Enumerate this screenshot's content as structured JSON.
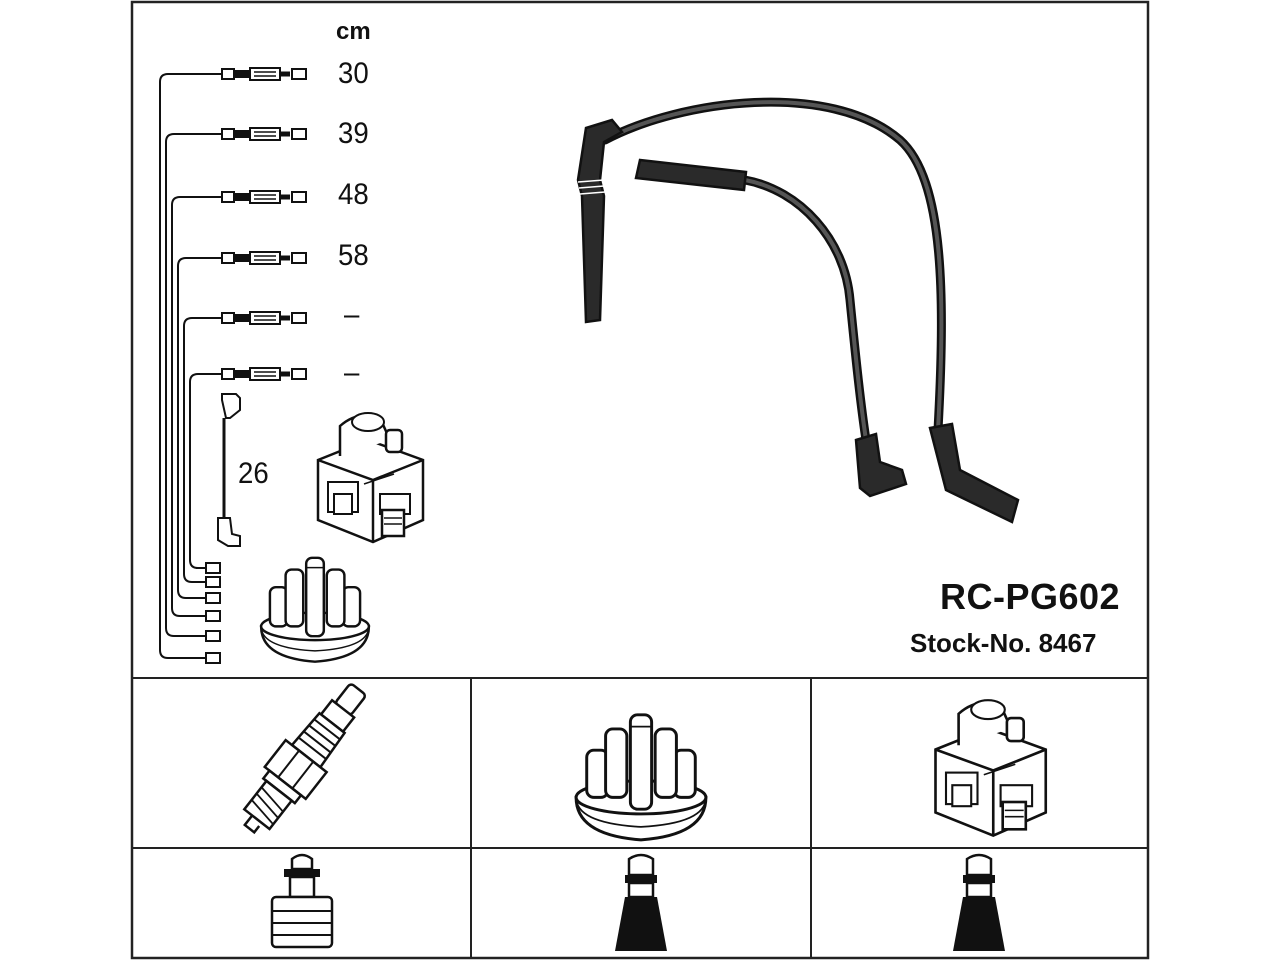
{
  "kit": {
    "unit_label": "cm",
    "lengths": [
      "30",
      "39",
      "48",
      "58",
      "–",
      "–"
    ],
    "coil_lead_length": "26",
    "part_number": "RC-PG602",
    "stock_number": "Stock-No. 8467"
  },
  "colors": {
    "ink": "#111111",
    "frame": "#222222",
    "cable": "#2a2a2a",
    "paper": "#ffffff"
  },
  "icons": [
    "ignition-lead-icon",
    "ignition-coil-icon",
    "distributor-cap-icon",
    "spark-plug-icon",
    "plug-connector-icon"
  ]
}
